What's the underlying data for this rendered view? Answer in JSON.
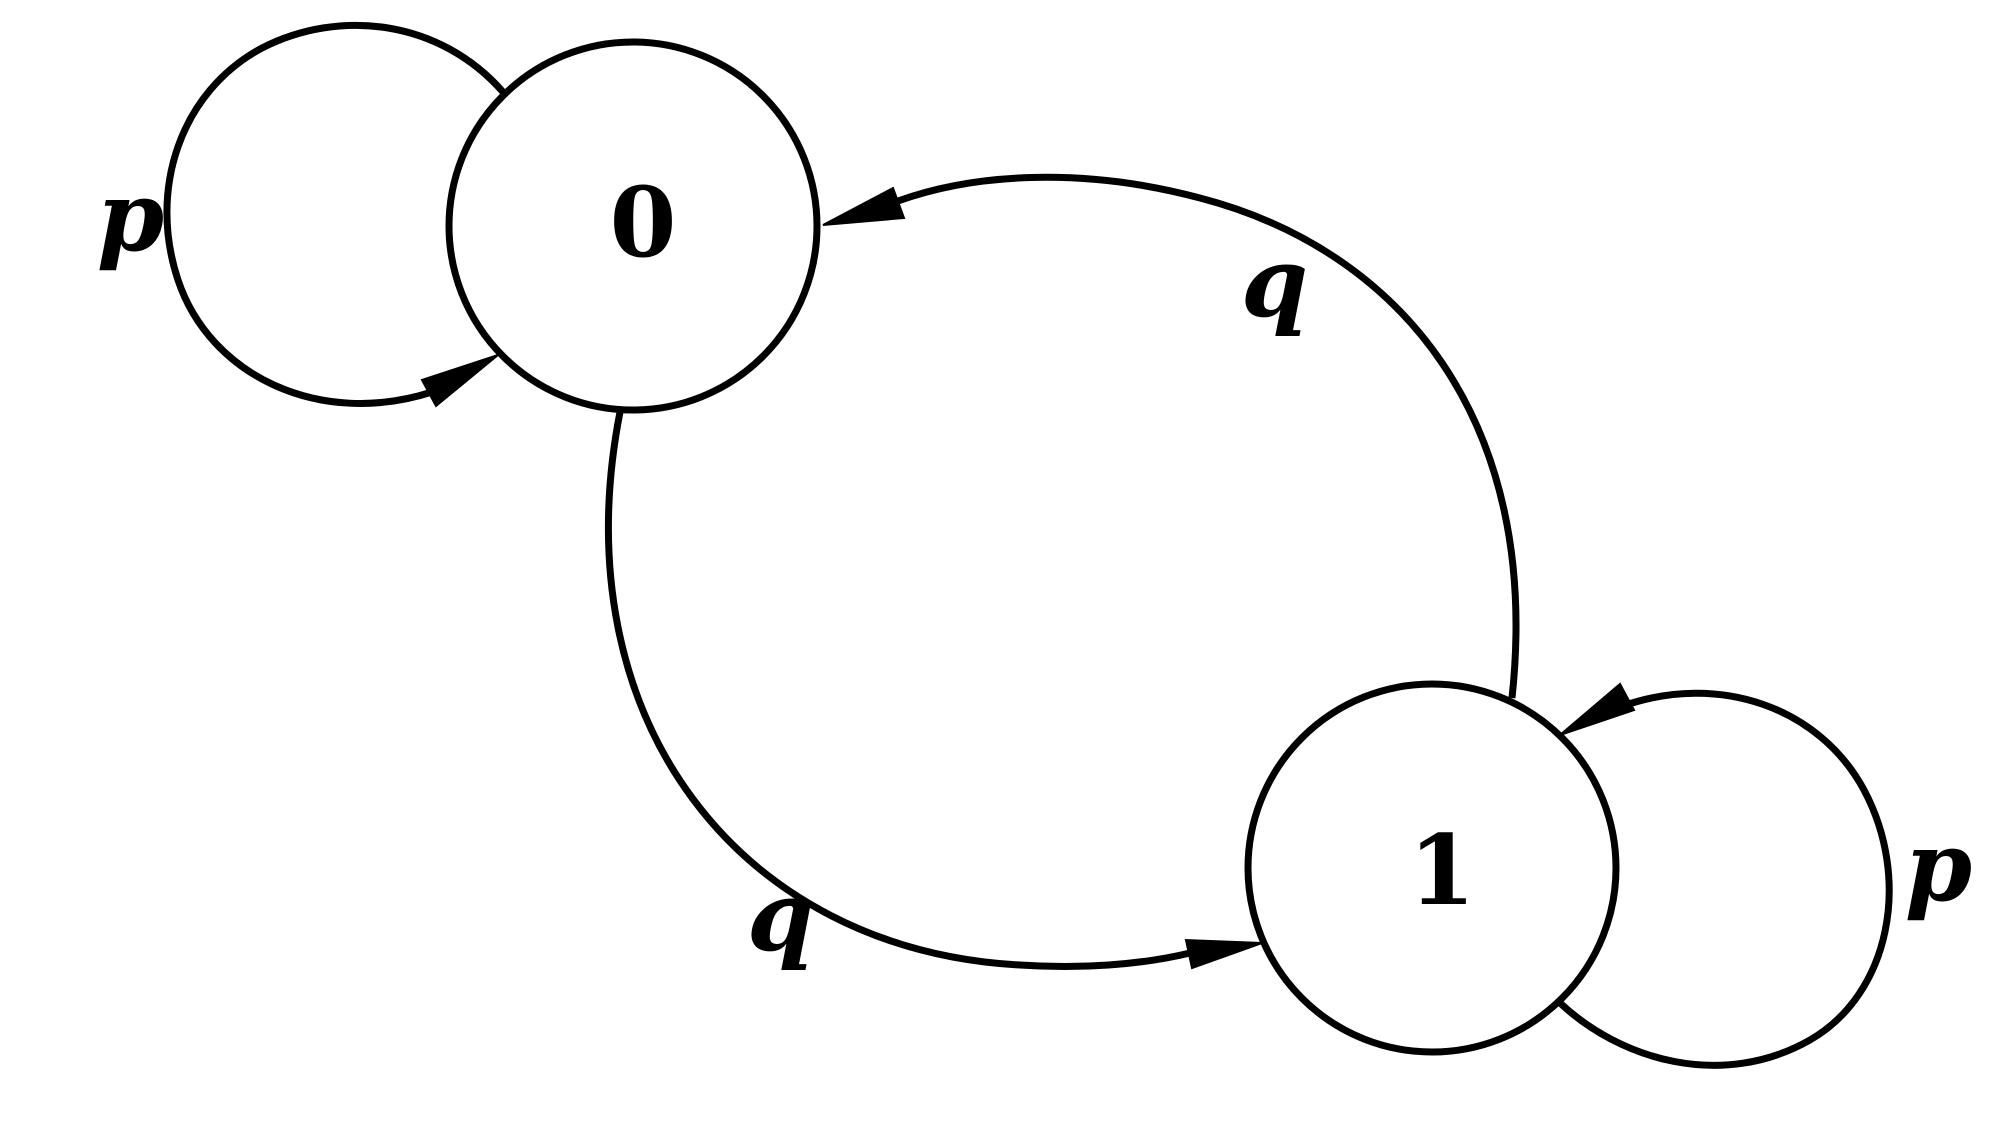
{
  "diagram": {
    "type": "state-transition-graph",
    "stroke_color": "#000000",
    "background_color": "#ffffff",
    "nodes": [
      {
        "id": "state-0",
        "label": "0"
      },
      {
        "id": "state-1",
        "label": "1"
      }
    ],
    "edges": [
      {
        "from": "state-0",
        "to": "state-0",
        "label": "p",
        "kind": "self-loop"
      },
      {
        "from": "state-1",
        "to": "state-0",
        "label": "q",
        "kind": "arc"
      },
      {
        "from": "state-0",
        "to": "state-1",
        "label": "q",
        "kind": "arc"
      },
      {
        "from": "state-1",
        "to": "state-1",
        "label": "p",
        "kind": "self-loop"
      }
    ]
  }
}
